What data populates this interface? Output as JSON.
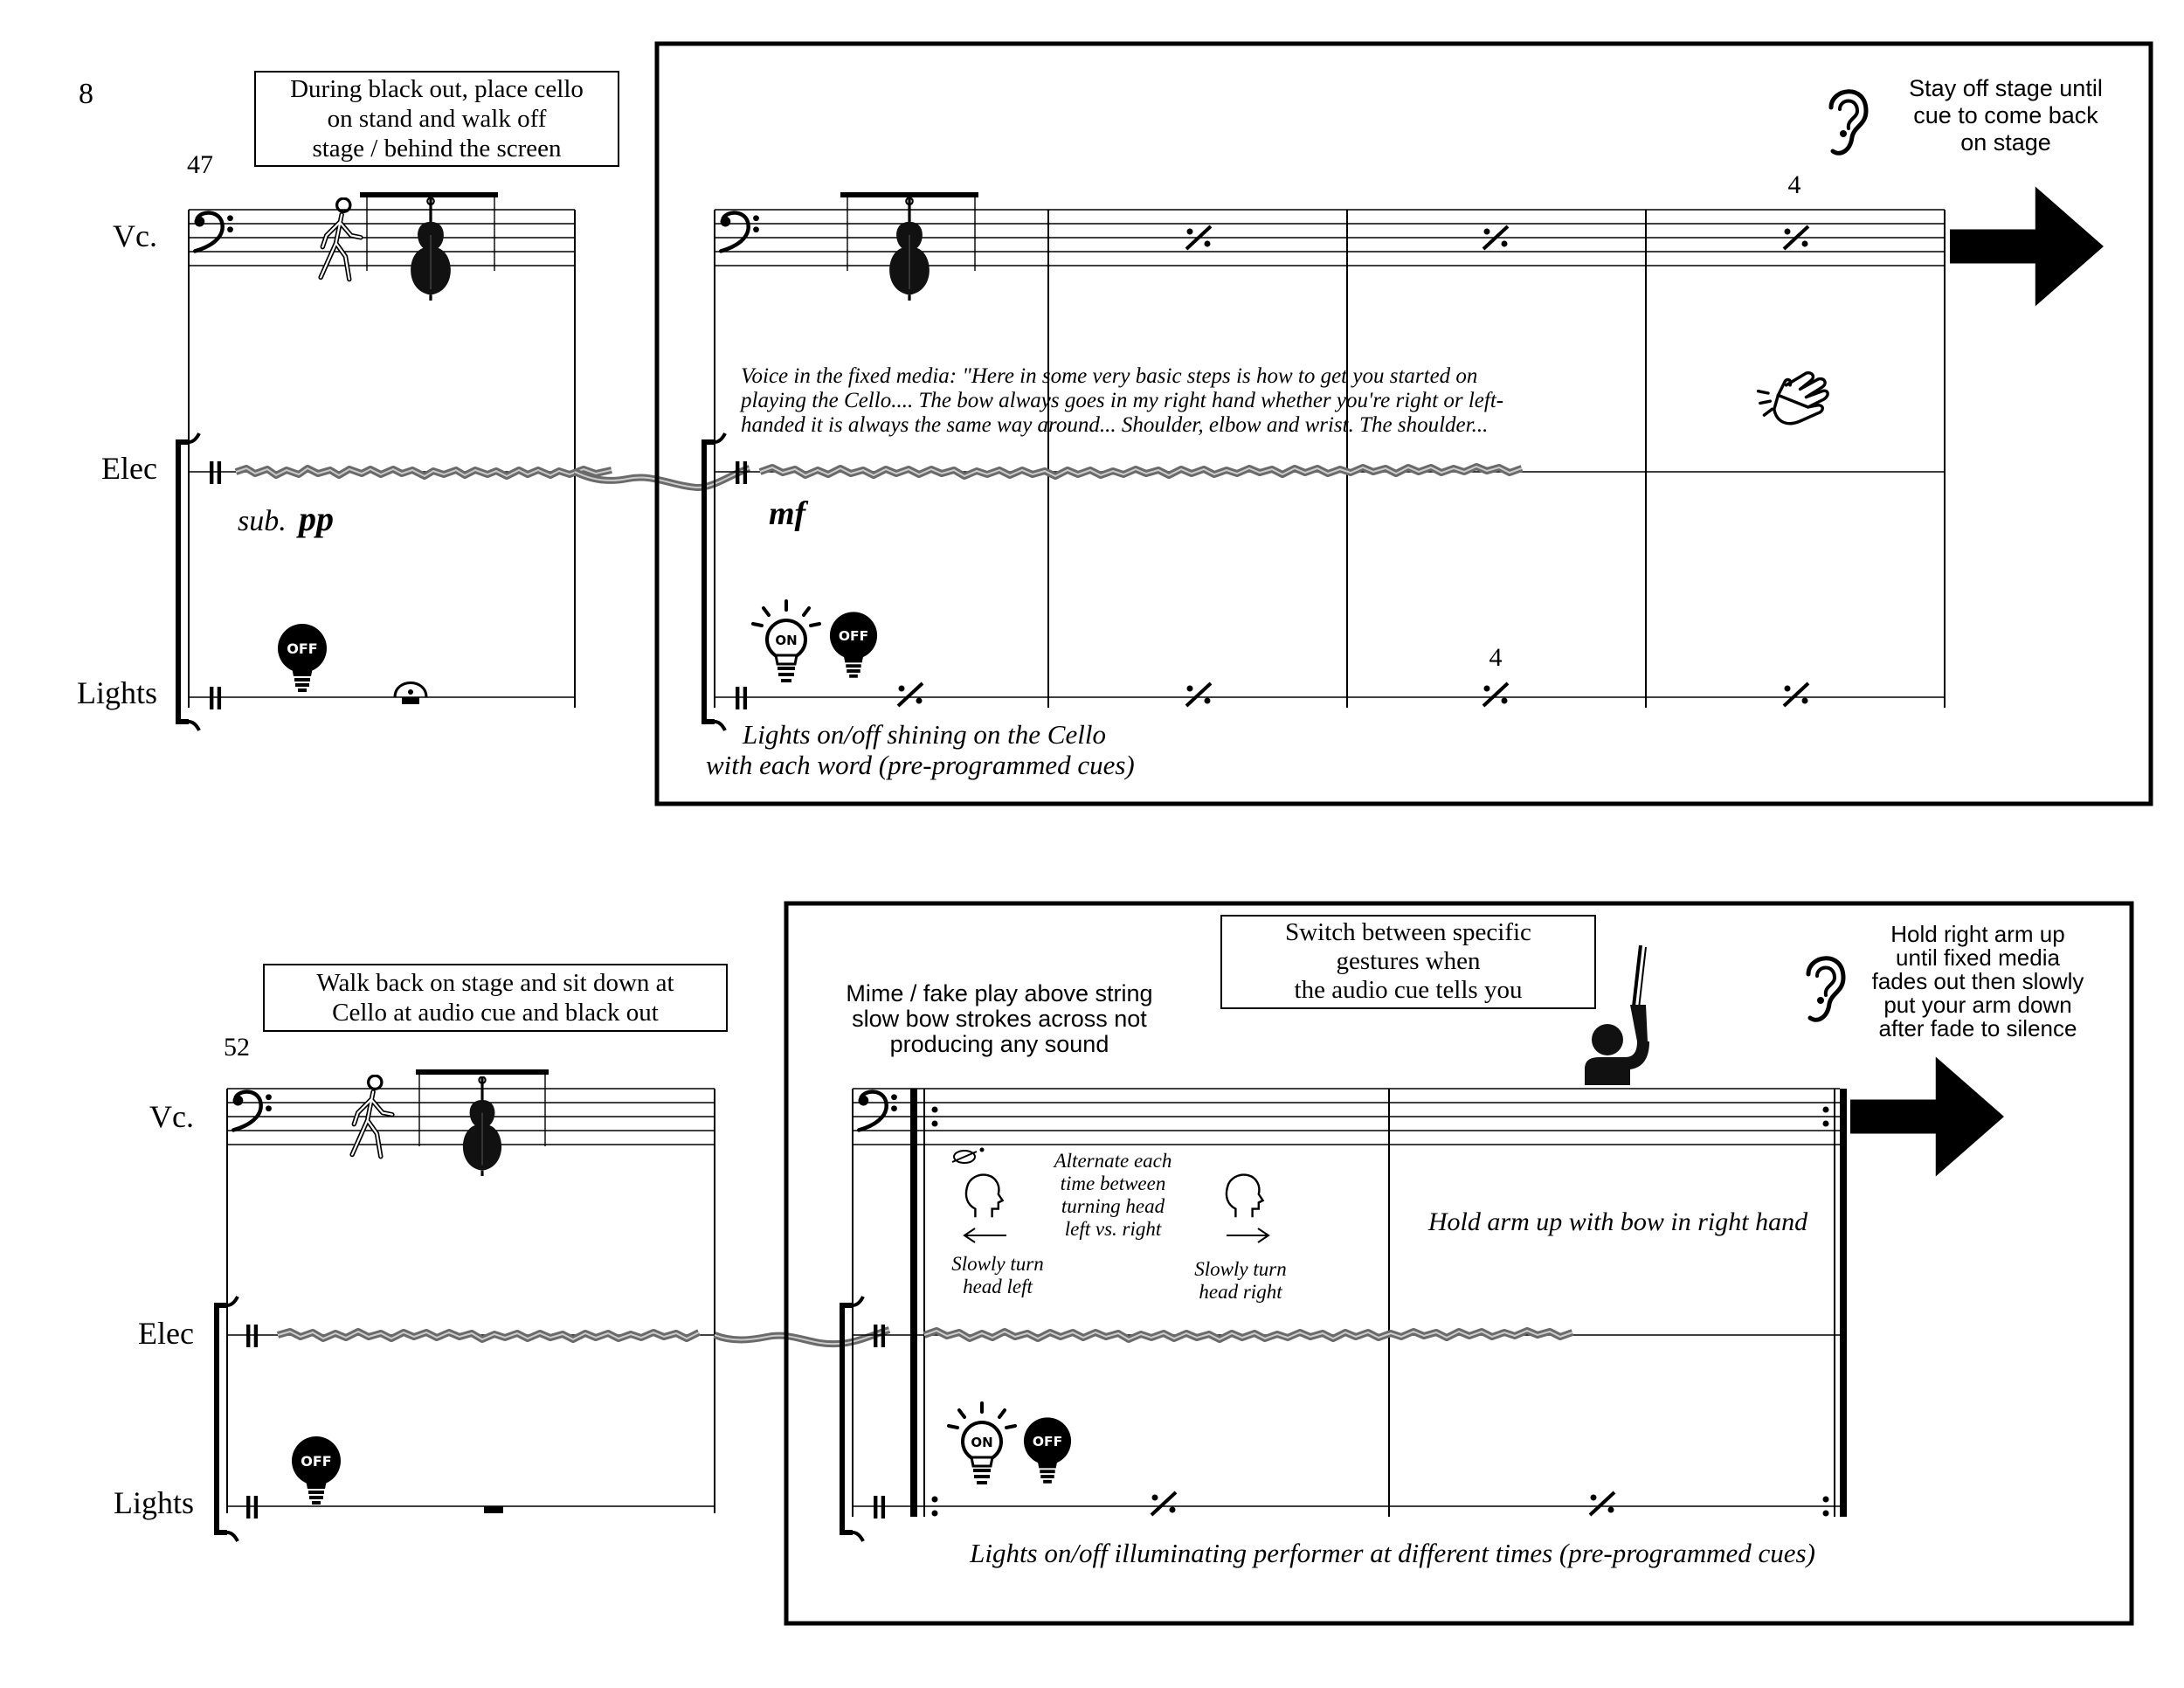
{
  "page_number": "8",
  "system1": {
    "measure_number": "47",
    "staff_labels": {
      "cello": "Vc.",
      "electronics": "Elec",
      "lights": "Lights"
    },
    "note_box": [
      "During black out, place cello",
      "on stand and walk off",
      "stage / behind the screen"
    ],
    "dynamic_prefix": "sub.",
    "dynamic": "pp",
    "lights_icons": {
      "off": "OFF"
    },
    "boxed_section": {
      "ear_note": [
        "Stay off stage until",
        "cue to come back",
        "on stage"
      ],
      "repeat_count_top": "4",
      "repeat_count_bottom": "4",
      "voice_text": [
        "Voice in the fixed media: \"Here in some very basic steps is how to get you started on",
        "playing the Cello.... The bow always goes in my right hand whether you're right or left-",
        "handed it is always the same way around... Shoulder, elbow and wrist. The shoulder..."
      ],
      "dynamic": "mf",
      "lights_icons": {
        "on": "ON",
        "off": "OFF"
      },
      "lights_caption": [
        "Lights on/off shining on the Cello",
        "with each word (pre-programmed cues)"
      ]
    }
  },
  "system2": {
    "measure_number": "52",
    "staff_labels": {
      "cello": "Vc.",
      "electronics": "Elec",
      "lights": "Lights"
    },
    "note_box": [
      "Walk back on stage and sit down at",
      "Cello at audio cue and black out"
    ],
    "lights_icons": {
      "off": "OFF"
    },
    "boxed_section": {
      "mime_note": [
        "Mime / fake play above string",
        "slow bow strokes across not",
        "producing any sound"
      ],
      "switch_box": [
        "Switch between specific",
        "gestures when",
        "the audio cue tells you"
      ],
      "ear_note": [
        "Hold right arm up",
        "until fixed media",
        "fades out then slowly",
        "put your arm down",
        "after fade to silence"
      ],
      "alternate_text": [
        "Alternate each",
        "time between",
        "turning head",
        "left vs. right"
      ],
      "turn_left": [
        "Slowly turn",
        "head left"
      ],
      "turn_right": [
        "Slowly turn",
        "head right"
      ],
      "hold_arm": "Hold arm up with bow in right hand",
      "lights_icons": {
        "on": "ON",
        "off": "OFF"
      },
      "lights_caption": "Lights on/off illuminating performer at different times (pre-programmed cues)"
    }
  },
  "icons": [
    "bass-clef-icon",
    "walking-person-icon",
    "cello-icon",
    "ear-icon",
    "right-arrow-icon",
    "clapping-hands-icon",
    "light-bulb-off-icon",
    "light-bulb-on-icon",
    "fermata-icon",
    "head-profile-icon",
    "raised-arm-with-bow-icon",
    "percussion-clef-icon",
    "repeat-slash-icon"
  ]
}
